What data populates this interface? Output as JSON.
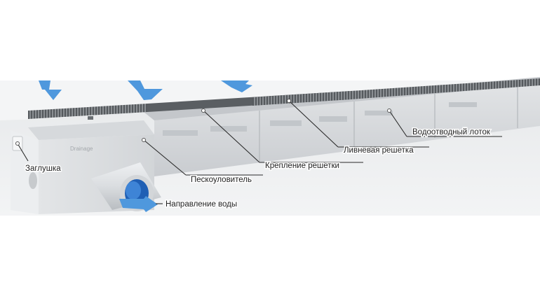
{
  "labels": {
    "plug": "Заглушка",
    "sand_trap": "Пескоуловитель",
    "water_direction": "Направление воды",
    "grate_fastening": "Крепление решетки",
    "storm_grate": "Ливневая решетка",
    "drainage_channel": "Водоотводный лоток"
  },
  "brand_text": "Drainage",
  "colors": {
    "arrow": "#4f98dd",
    "pipe_inner": "#1f5fb4",
    "background_band": "#ebedef",
    "channel": "#d6d9dc",
    "grate": "#7c8084"
  }
}
